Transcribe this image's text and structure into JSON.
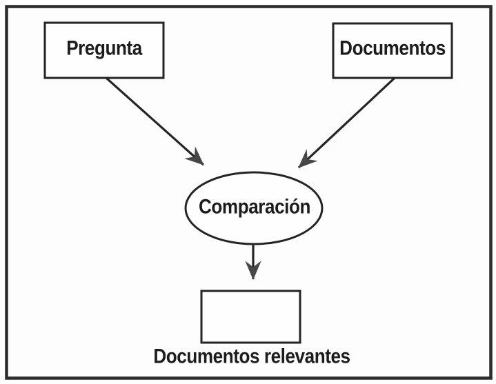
{
  "diagram": {
    "type": "flowchart",
    "nodes": {
      "pregunta": {
        "label": "Pregunta",
        "shape": "rectangle"
      },
      "documentos": {
        "label": "Documentos",
        "shape": "rectangle"
      },
      "comparacion": {
        "label": "Comparación",
        "shape": "ellipse"
      },
      "resultado": {
        "label": "",
        "shape": "rectangle"
      }
    },
    "caption": "Documentos relevantes",
    "edges": [
      {
        "from": "Pregunta",
        "to": "Comparación"
      },
      {
        "from": "Documentos",
        "to": "Comparación"
      },
      {
        "from": "Comparación",
        "to": "Documentos relevantes"
      }
    ],
    "colors": {
      "ink": "#242424",
      "arrowhead": "#474747",
      "paper": "#fdfdfd"
    }
  }
}
